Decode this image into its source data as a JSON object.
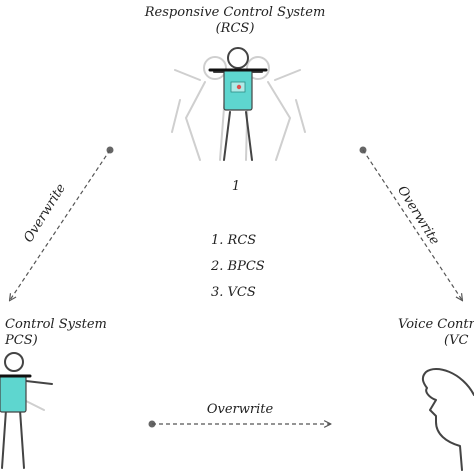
{
  "title_top": {
    "line1": "Responsive Control System",
    "line2": "(RCS)"
  },
  "title_left": {
    "line1": "Control System",
    "line2": "PCS)"
  },
  "title_right": {
    "line1": "Voice Contr",
    "line2": "(VC"
  },
  "number_label": "1",
  "list": [
    "1. RCS",
    "2. BPCS",
    "3. VCS"
  ],
  "edges": {
    "left": "Overwrite",
    "right": "Overwrite",
    "bottom": "Overwrite"
  },
  "colors": {
    "vest": "#5ed6cf",
    "line": "#444444",
    "ghost": "#cfcfcf",
    "dot": "#666666"
  }
}
